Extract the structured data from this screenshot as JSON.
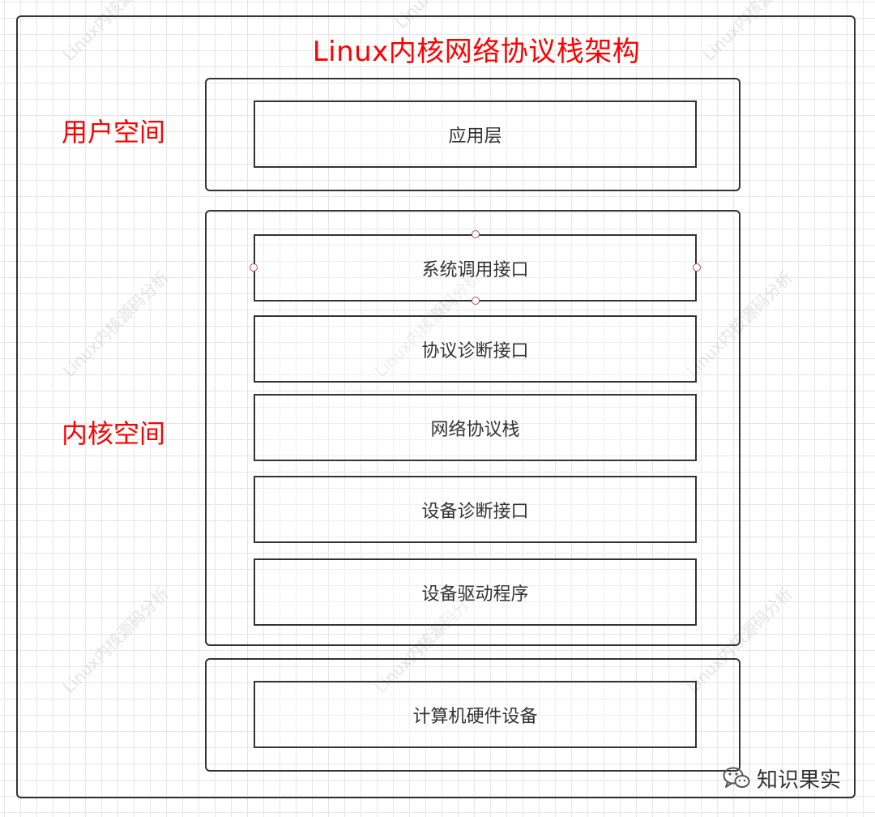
{
  "diagram": {
    "title": "Linux内核网络协议栈架构",
    "zones": {
      "user_space_label": "用户空间",
      "kernel_space_label": "内核空间"
    },
    "layers": {
      "application": "应用层",
      "syscall_interface": "系统调用接口",
      "protocol_interface": "协议诊断接口",
      "network_stack": "网络协议栈",
      "device_interface": "设备诊断接口",
      "device_driver": "设备驱动程序",
      "hardware": "计算机硬件设备"
    }
  },
  "watermark": {
    "text": "Linux内核源码分析"
  },
  "brand": {
    "icon": "wechat-icon",
    "text": "知识果实"
  },
  "colors": {
    "title": "#ff0000",
    "border": "#333333",
    "grid": "#e6e6e6",
    "handle": "#b24c4c"
  }
}
